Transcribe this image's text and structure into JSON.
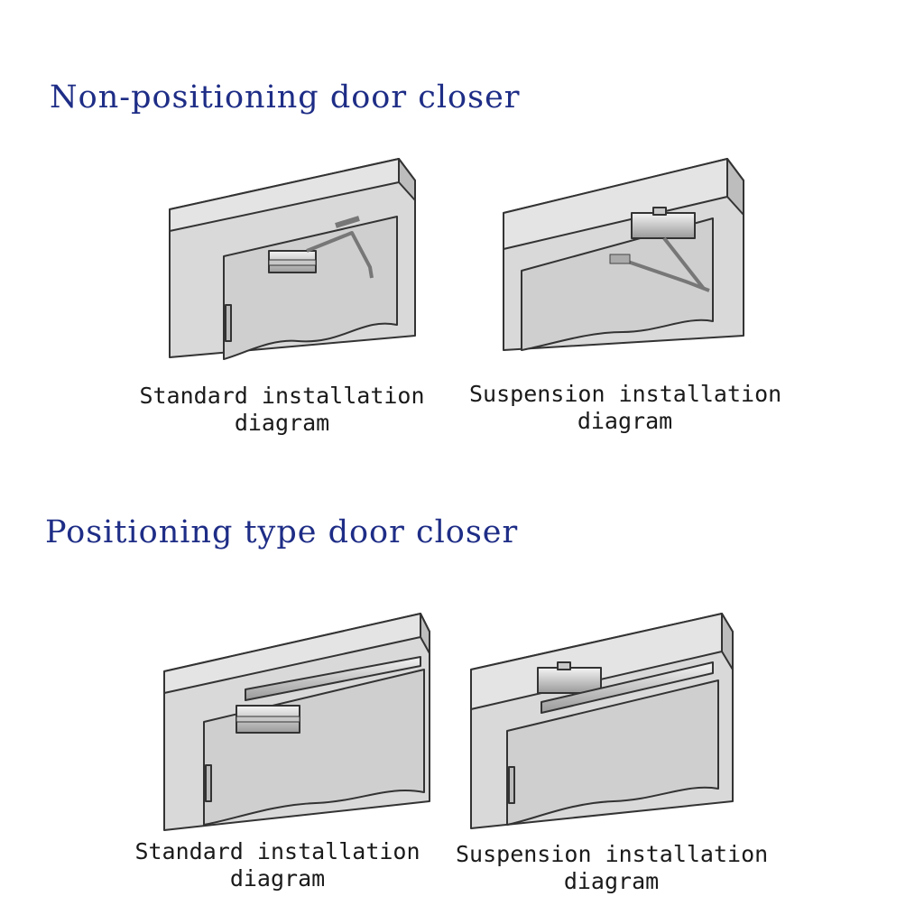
{
  "sections": [
    {
      "title": "Non-positioning door closer",
      "diagrams": [
        {
          "caption_line1": "Standard installation",
          "caption_line2": "diagram"
        },
        {
          "caption_line1": "Suspension installation",
          "caption_line2": "diagram"
        }
      ]
    },
    {
      "title": "Positioning type door closer",
      "diagrams": [
        {
          "caption_line1": "Standard installation",
          "caption_line2": "diagram"
        },
        {
          "caption_line1": "Suspension installation",
          "caption_line2": "diagram"
        }
      ]
    }
  ],
  "colors": {
    "heading": "#1e2d86",
    "caption": "#1a1a1a",
    "frame": "#d9d9d9",
    "door": "#cfcfcf",
    "outline": "#333333"
  }
}
